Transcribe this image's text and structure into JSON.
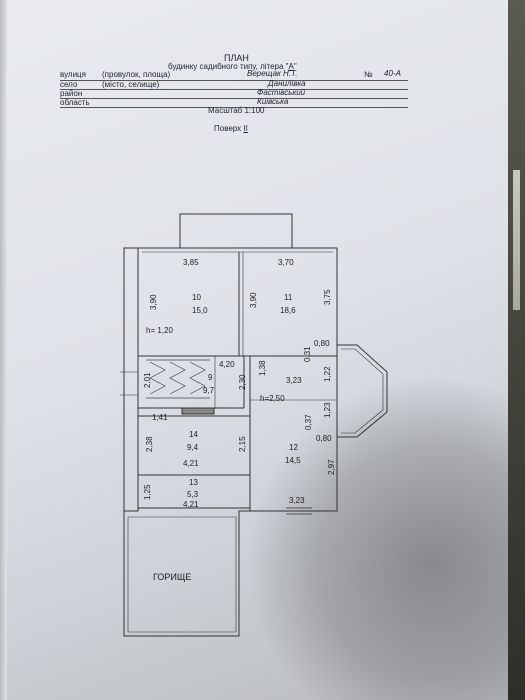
{
  "header": {
    "title": "ПЛАН",
    "subtitle_prefix": "будинку садибного типу, літера \"",
    "subtitle_letter": "А",
    "subtitle_suffix": "\""
  },
  "form": {
    "street_label": "вулиця",
    "street_hint": "(провулок, площа)",
    "street_value": "Верещак Н.Т.",
    "number_label": "№",
    "number_value": "40-А",
    "village_label": "село",
    "village_hint": "(місто, селище)",
    "village_value": "Данилівка",
    "district_label": "район",
    "district_value": "Фастівський",
    "region_label": "область",
    "region_value": "Київська"
  },
  "scale": "Масштаб 1:100",
  "floor": {
    "label": "Поверх",
    "value": "II"
  },
  "rooms": [
    {
      "num": "10",
      "area": "15,0"
    },
    {
      "num": "11",
      "area": "18,6"
    },
    {
      "num": "9",
      "area": "9,7"
    },
    {
      "num": "14",
      "area": "9,4"
    },
    {
      "num": "12",
      "area": "14,5"
    },
    {
      "num": "13",
      "area": "5,3"
    }
  ],
  "attic": "ГОРИЩЕ",
  "heights": {
    "h1": "h= 1,20",
    "h2": "h=2,50"
  },
  "dimensions": {
    "d385": "3,85",
    "d370": "3,70",
    "d390a": "3,90",
    "d390b": "3,90",
    "d375": "3,75",
    "d031": "0,31",
    "d080a": "0,80",
    "d420": "4,20",
    "d138": "1,38",
    "d201": "2,01",
    "d230": "2,30",
    "d323a": "3,23",
    "d122": "1,22",
    "d123": "1,23",
    "d037": "0,37",
    "d080b": "0,80",
    "d141": "1,41",
    "d238": "2,38",
    "d215": "2,15",
    "d421a": "4,21",
    "d297": "2,97",
    "d125": "1,25",
    "d421b": "4,21",
    "d323b": "3,23"
  }
}
